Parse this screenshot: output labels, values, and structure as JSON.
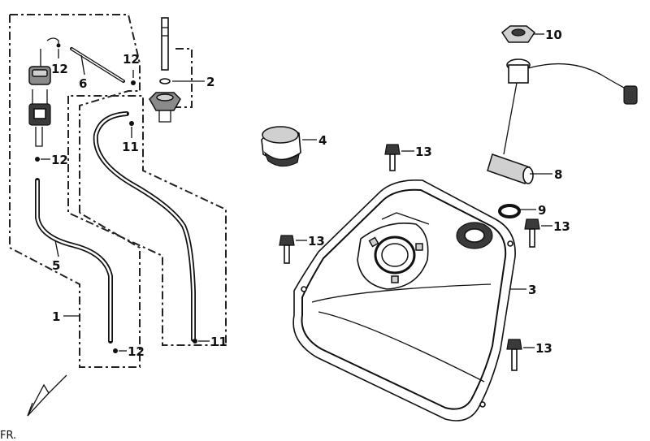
{
  "diagram": {
    "callouts": [
      {
        "id": "c-12a",
        "label": "12"
      },
      {
        "id": "c-6",
        "label": "6"
      },
      {
        "id": "c-12b",
        "label": "12"
      },
      {
        "id": "c-2",
        "label": "2"
      },
      {
        "id": "c-11a",
        "label": "11"
      },
      {
        "id": "c-12c",
        "label": "12"
      },
      {
        "id": "c-5",
        "label": "5"
      },
      {
        "id": "c-1",
        "label": "1"
      },
      {
        "id": "c-12d",
        "label": "12"
      },
      {
        "id": "c-11b",
        "label": "11"
      },
      {
        "id": "c-4",
        "label": "4"
      },
      {
        "id": "c-13a",
        "label": "13"
      },
      {
        "id": "c-13b",
        "label": "13"
      },
      {
        "id": "c-10",
        "label": "10"
      },
      {
        "id": "c-8",
        "label": "8"
      },
      {
        "id": "c-9",
        "label": "9"
      },
      {
        "id": "c-13c",
        "label": "13"
      },
      {
        "id": "c-3",
        "label": "3"
      },
      {
        "id": "c-13d",
        "label": "13"
      }
    ],
    "direction_label": "FR."
  }
}
